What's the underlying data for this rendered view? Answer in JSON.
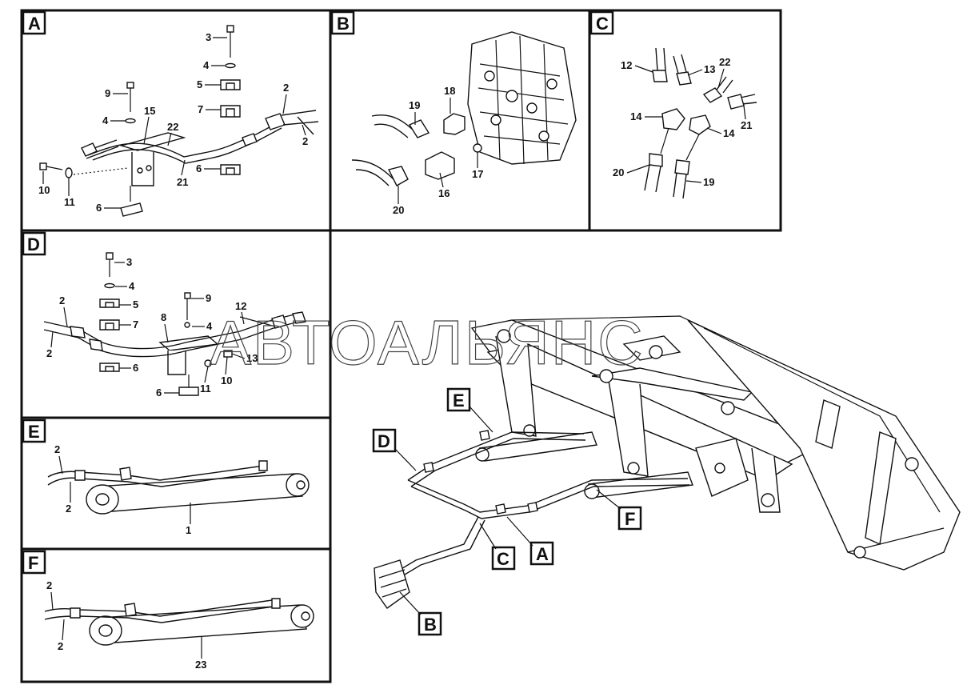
{
  "panels": {
    "A": {
      "label": "A",
      "callouts": [
        "3",
        "4",
        "5",
        "7",
        "9",
        "15",
        "4",
        "22",
        "2",
        "2",
        "21",
        "6",
        "10",
        "11",
        "6"
      ]
    },
    "B": {
      "label": "B",
      "callouts": [
        "18",
        "19",
        "17",
        "16",
        "20"
      ]
    },
    "C": {
      "label": "C",
      "callouts": [
        "12",
        "13",
        "22",
        "14",
        "14",
        "21",
        "20",
        "19"
      ]
    },
    "D": {
      "label": "D",
      "callouts": [
        "3",
        "4",
        "5",
        "7",
        "9",
        "8",
        "4",
        "12",
        "13",
        "2",
        "2",
        "6",
        "10",
        "11",
        "6"
      ]
    },
    "E": {
      "label": "E",
      "callouts": [
        "2",
        "2",
        "1"
      ]
    },
    "F": {
      "label": "F",
      "callouts": [
        "2",
        "2",
        "23"
      ]
    }
  },
  "overview_tags": [
    "E",
    "D",
    "F",
    "A",
    "C",
    "B"
  ],
  "watermark": "АВТОАЛЬЯНС"
}
